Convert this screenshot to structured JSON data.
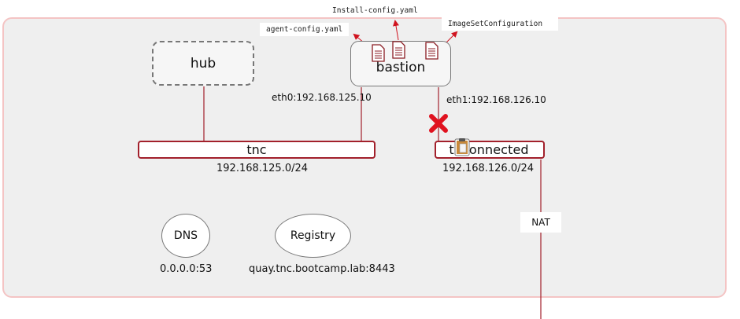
{
  "nodes": {
    "hub": "hub",
    "bastion": "bastion",
    "dns": "DNS",
    "registry": "Registry"
  },
  "networks": {
    "tnc": {
      "name": "tnc",
      "cidr": "192.168.125.0/24"
    },
    "disconnected": {
      "name": "tnc-disconnected",
      "visible_text": "tnconnected",
      "cidr": "192.168.126.0/24"
    }
  },
  "interfaces": {
    "eth0": "eth0:192.168.125.10",
    "eth1": "eth1:192.168.126.10"
  },
  "services": {
    "dns_address": "0.0.0.0:53",
    "registry_address": "quay.tnc.bootcamp.lab:8443"
  },
  "files": {
    "agent_config": "agent-config.yaml",
    "install_config": "Install-config.yaml",
    "imageset": "ImageSetConfiguration"
  },
  "labels": {
    "nat": "NAT"
  },
  "colors": {
    "link": "#a2202b",
    "blocked": "#e0121f",
    "environment_border": "#f4c4c4",
    "environment_fill": "#efefef"
  },
  "icons": [
    "document-icon",
    "document-icon",
    "document-icon",
    "clipboard-icon",
    "blocked-x-icon"
  ]
}
